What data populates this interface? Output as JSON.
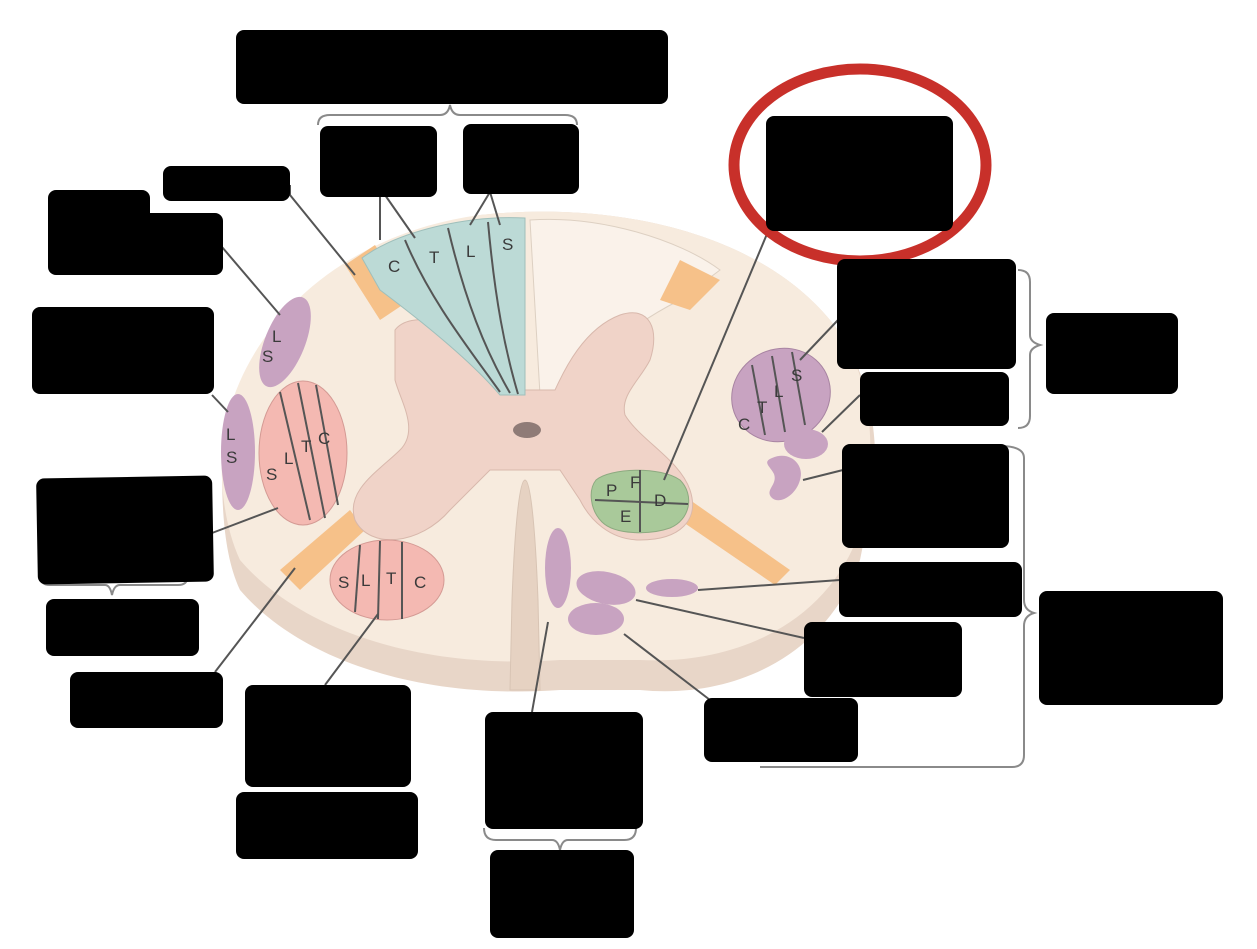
{
  "diagram": {
    "left_dorsal_column_labels": [
      "C",
      "T",
      "L",
      "S"
    ],
    "left_lateral_tract_labels": [
      "S",
      "L",
      "T",
      "C"
    ],
    "left_anterior_tract_labels": [
      "S",
      "L",
      "T",
      "C"
    ],
    "left_spinocerebellar_upper_labels": [
      "L",
      "S"
    ],
    "left_spinocerebellar_lower_labels": [
      "L",
      "S"
    ],
    "right_lateral_tract_labels": [
      "C",
      "T",
      "L",
      "S"
    ],
    "ventral_horn_labels": [
      "P",
      "F",
      "D",
      "E"
    ]
  },
  "colors": {
    "white_matter": "#f7ebde",
    "white_matter_light": "#faf2ea",
    "gray_matter": "#f0d3c8",
    "dorsal_columns": "#bcdad6",
    "motor_tracts": "#f4b9b2",
    "sensory_tracts": "#c8a3c1",
    "root_zone": "#f6c189",
    "ventral_nucleus": "#a9c99a",
    "highlight_ring": "#c8302a",
    "label_box": "#000000"
  }
}
